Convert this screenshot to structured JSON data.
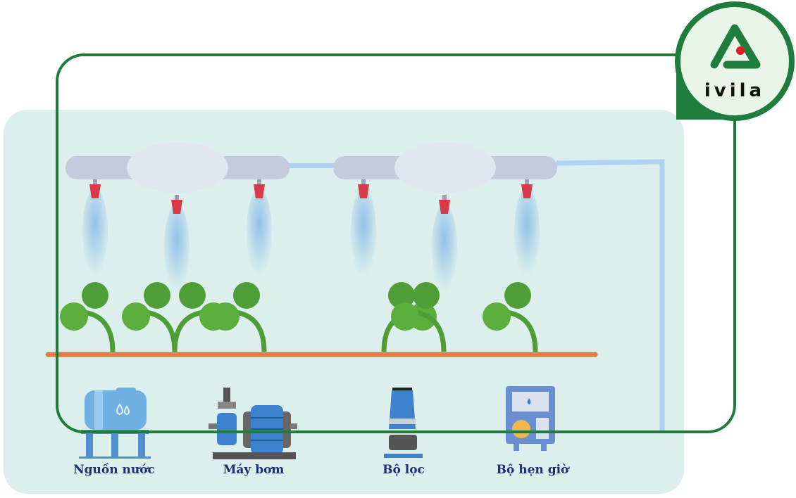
{
  "brand": {
    "name": "ivila",
    "primary_color": "#1e7d3c",
    "accent_color": "#e31b23"
  },
  "diagram": {
    "title": "Drip / mist irrigation system",
    "components": [
      {
        "id": "water-source",
        "label": "Nguồn nước",
        "icon": "water-tank-icon"
      },
      {
        "id": "pump",
        "label": "Máy bơm",
        "icon": "water-pump-icon"
      },
      {
        "id": "filter",
        "label": "Bộ lọc",
        "icon": "filter-icon"
      },
      {
        "id": "timer",
        "label": "Bộ hẹn giờ",
        "icon": "timer-controller-icon"
      }
    ],
    "sprinkler_count": 6,
    "plant_count": 7,
    "colors": {
      "pipe": "#c6cadd",
      "nozzle": "#d93a47",
      "water": "#a9cfee",
      "leaf": "#4e9d36",
      "soil": "#d97c43",
      "label": "#1b2f7a"
    }
  }
}
